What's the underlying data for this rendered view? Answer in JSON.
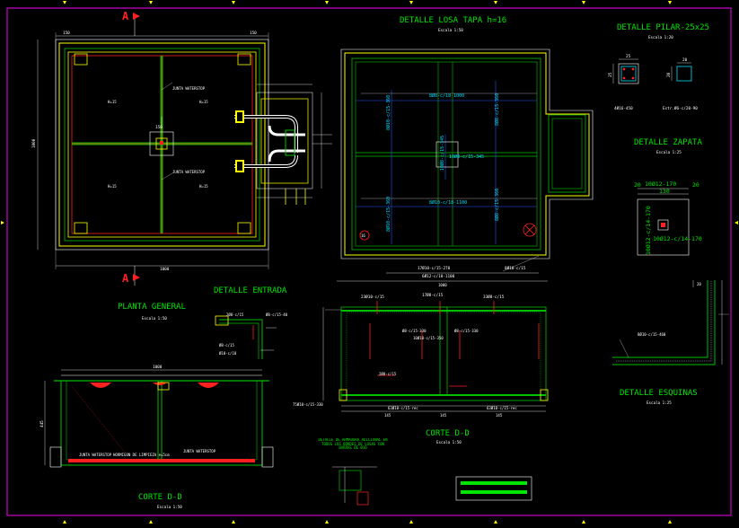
{
  "colors": {
    "background": "#000000",
    "frame": "#cc00cc",
    "title_text": "#00e600",
    "slab_outline": "#ffff00",
    "rebar_red": "#ff2020",
    "rebar_blue": "#2255ff",
    "concrete_green": "#00c000",
    "dimension_white": "#ffffff",
    "cyan_labels": "#00e0ff"
  },
  "icons": {
    "section_marker": "triangle-arrow-icon",
    "frame_ticks": "tick-mark-icon",
    "level_marker": "circle-marker-icon",
    "drain_symbol": "circle-cross-icon"
  },
  "planta_general": {
    "title": "PLANTA GENERAL",
    "scale": "Escala 1:50",
    "section_mark": "A",
    "width_dim": "1000",
    "height_dim": "1000",
    "top_dim_left": "150",
    "top_dim_right": "150",
    "h_labels": [
      "H=15",
      "H=15",
      "H=15",
      "H=15"
    ],
    "waterstop_labels": [
      "JUNTA WATERSTOP",
      "JUNTA WATERSTOP"
    ],
    "center_dim": "150"
  },
  "losa_tapa": {
    "title": "DETALLE LOSA TAPA h=16",
    "scale": "Escala 1:50",
    "rebar_top": "8Ø8-c/18-1000",
    "rebar_bottom": "8Ø10-c/18-1100",
    "rebar_left_top": "8Ø10-c/15-360",
    "rebar_left_bottom": "8Ø10-c/15-360",
    "rebar_right_top": "8Ø8-c/15-360",
    "rebar_right_bottom": "8Ø8-c/15-360",
    "rebar_center": "10Ø8-c/15-345",
    "rebar_center_b": "10Ø8-c/15-345",
    "below_1": "17Ø10-c/15-270",
    "below_2": "8Ø10-c/15",
    "below_3": "6Ø12-c/18-1100",
    "below_dim": "1000",
    "level_mark": "16"
  },
  "pilar": {
    "title": "DETALLE PILAR-25x25",
    "scale": "Escala 1:20",
    "dim_a": "25",
    "dim_b": "25",
    "dim_c": "20",
    "dim_d": "20",
    "rebar_main": "4Ø16-450",
    "rebar_stirrup": "Estr.Ø6-c/20-90"
  },
  "zapata": {
    "title": "DETALLE ZAPATA",
    "scale": "Escala 1:25",
    "dim_left": "20",
    "dim_top": "10Ø12-170",
    "dim_right": "20",
    "dim_width": "130",
    "rebar_vertical": "10Ø12-c/14-170",
    "rebar_horizontal": "10Ø12-c/14-170"
  },
  "entrada": {
    "title": "DETALLE ENTRADA",
    "labels": [
      "2Ø8-c/15",
      "Ø8-c/15-40",
      "Ø8-c/15",
      "Ø10-c/18"
    ]
  },
  "corte_dd_right": {
    "title": "CORTE D-D",
    "scale": "Escala 1:50",
    "labels_top": [
      "23Ø10-c/15",
      "17Ø8-c/15",
      "33Ø8-c/15"
    ],
    "labels_mid": [
      "Ø8-c/15-330",
      "10Ø10-c/15-350",
      "Ø8-c/15-330",
      "2Ø8-c/15"
    ],
    "labels_bottom": [
      "75Ø10-c/15-330",
      "63Ø10-c/15-rec",
      "63Ø10-c/15-rec"
    ],
    "dims_bottom": [
      "145",
      "145",
      "145"
    ],
    "note": "DETALLE DE ARMADURA ADICIONAL EN TODOS LOS BORDES DE LOSAS CON BARRAS DE Ø10"
  },
  "corte_dd_left": {
    "title": "CORTE D-D",
    "scale": "Escala 1:50",
    "width_dim": "1000",
    "height_dim": "445",
    "labels": [
      "JUNTA WATERSTOP",
      "HORMIGON DE LIMPIEZA e=5cm",
      "JUNTA WATERSTOP"
    ]
  },
  "esquinas": {
    "title": "DETALLE ESQUINAS",
    "scale": "Escala 1:25",
    "label": "8Ø10-c/15-460",
    "dim": "20"
  }
}
